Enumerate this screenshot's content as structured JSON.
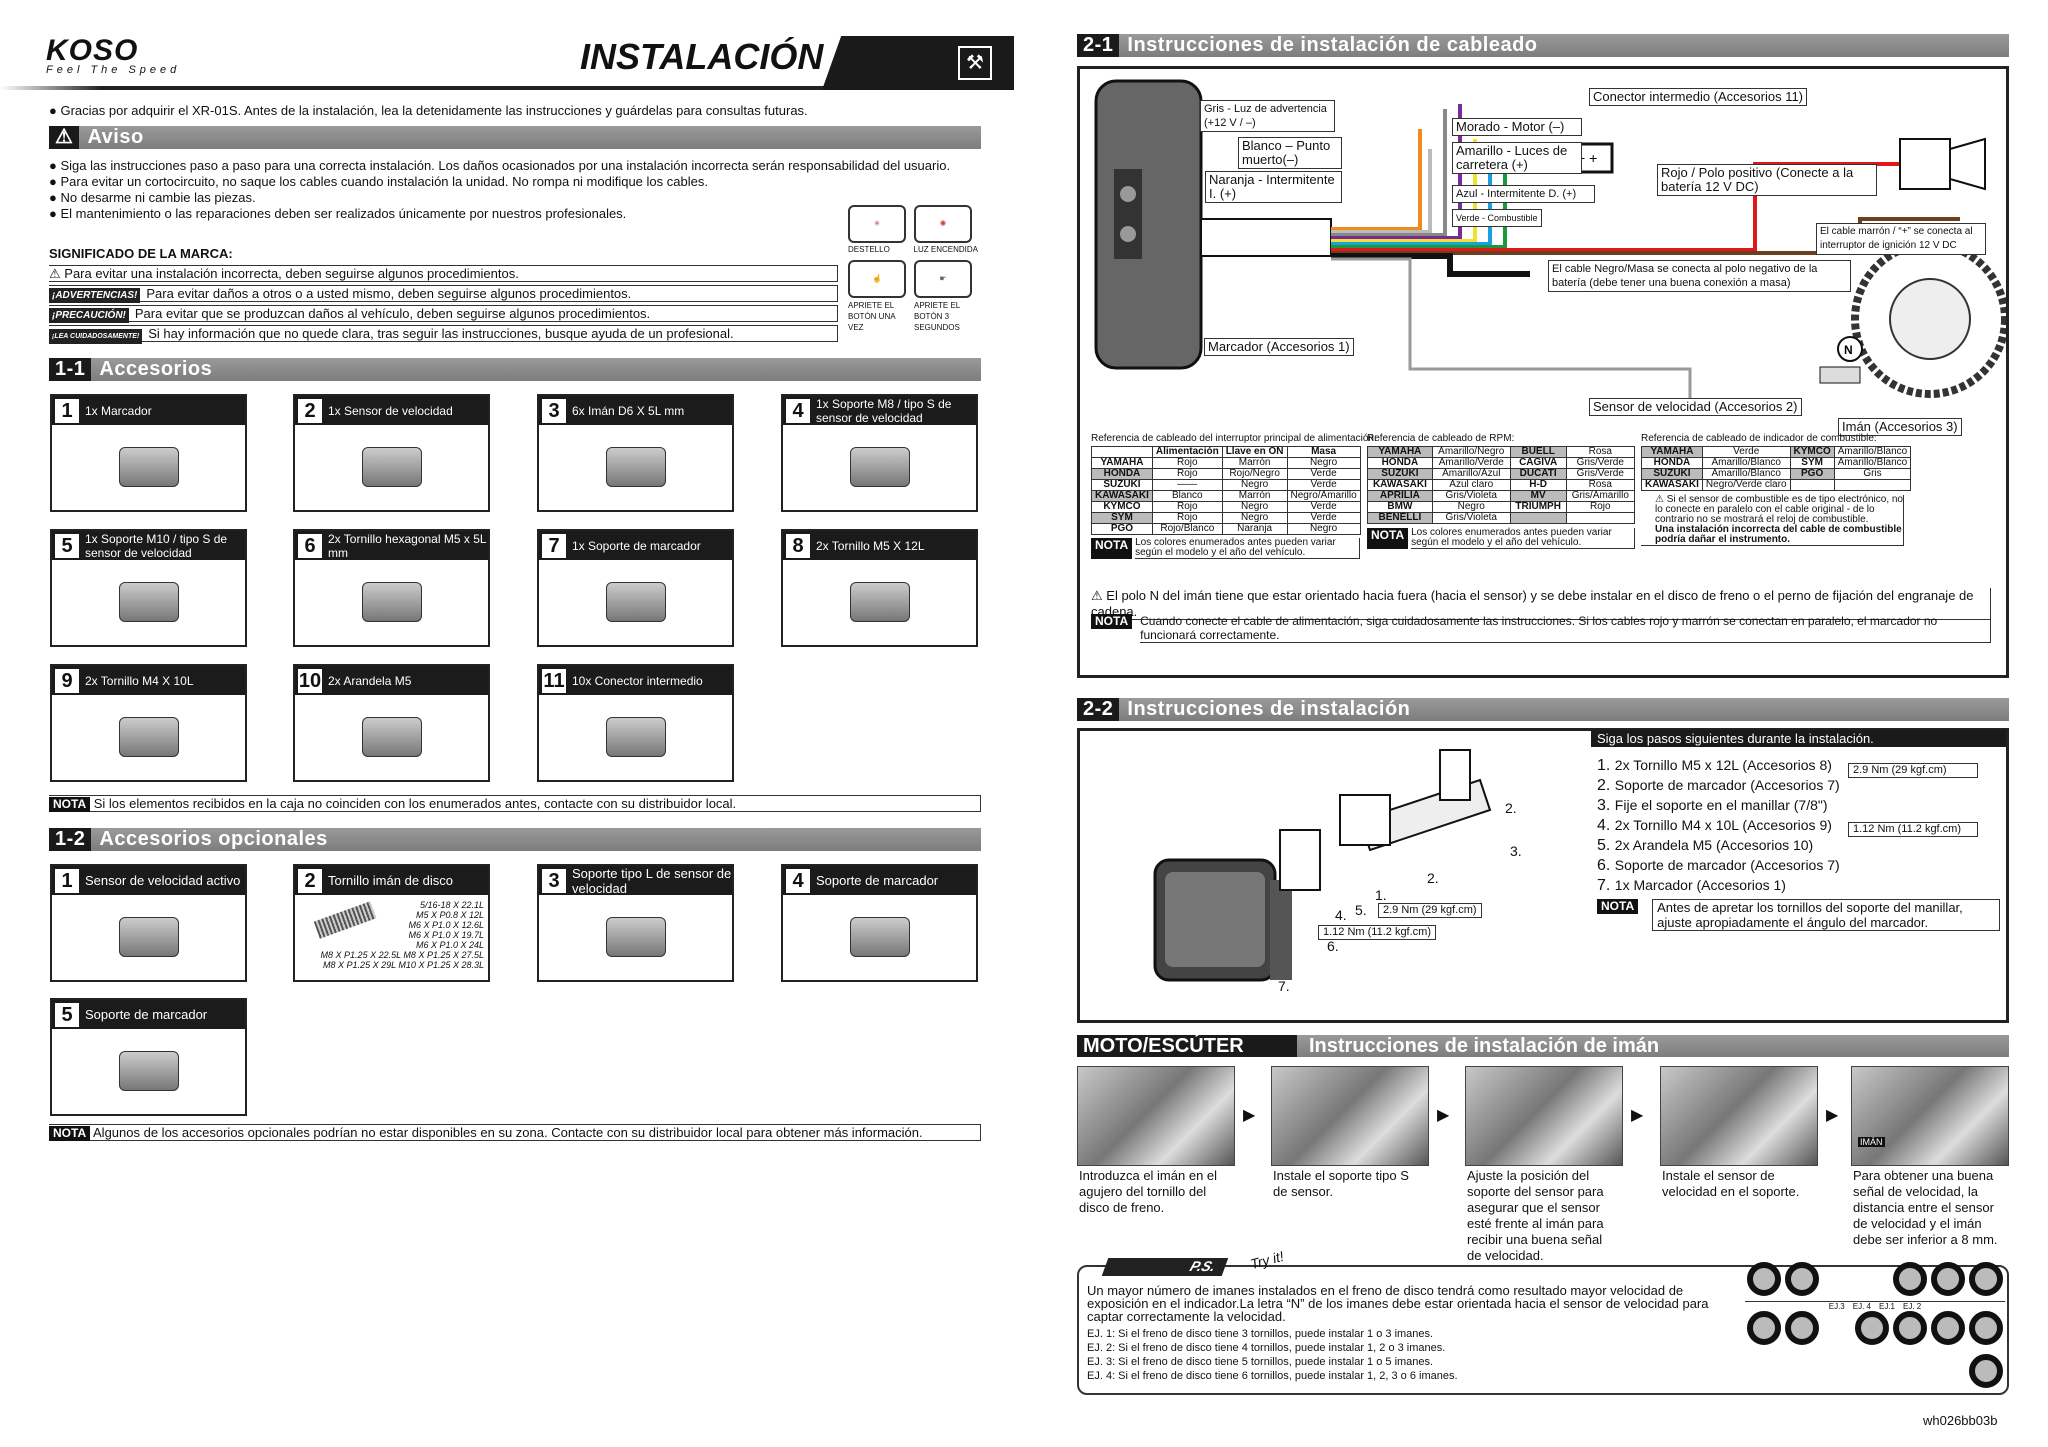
{
  "header": {
    "brand": "KOSO",
    "tagline": "Feel The Speed",
    "title": "INSTALACIÓN"
  },
  "intro": "Gracias por adquirir el XR-01S. Antes de la instalación, lea la detenidamente las instrucciones y guárdelas para consultas futuras.",
  "aviso": {
    "title": "Aviso",
    "bullets": [
      "Siga las instrucciones paso a paso para una correcta instalación. Los daños ocasionados por una instalación incorrecta serán responsabilidad del usuario.",
      "Para evitar un cortocircuito, no saque los cables cuando instalación la unidad. No rompa ni modifique los cables.",
      "No desarme ni cambie las piezas.",
      "El mantenimiento o las reparaciones deben ser realizados únicamente por nuestros profesionales."
    ]
  },
  "marks": {
    "title": "SIGNIFICADO DE LA MARCA:",
    "rows": [
      {
        "tag": "",
        "text": "Para evitar una instalación incorrecta, deben seguirse algunos procedimientos."
      },
      {
        "tag": "¡ADVERTENCIAS!",
        "text": "Para evitar daños a otros o a usted mismo, deben seguirse algunos procedimientos."
      },
      {
        "tag": "¡PRECAUCIÓN!",
        "text": "Para evitar que se produzcan daños al vehículo, deben seguirse algunos procedimientos."
      },
      {
        "tag": "¡LEA CUIDADOSAMENTE!",
        "text": "Si hay información que no quede clara, tras seguir las instrucciones, busque ayuda de un profesional."
      }
    ],
    "icons": [
      "DESTELLO",
      "LUZ ENCENDIDA",
      "APRIETE EL BOTÓN UNA VEZ",
      "APRIETE EL BOTÓN 3 SEGUNDOS"
    ]
  },
  "accesorios": {
    "num": "1-1",
    "title": "Accesorios",
    "items": [
      {
        "n": "1",
        "label": "1x Marcador"
      },
      {
        "n": "2",
        "label": "1x Sensor de velocidad"
      },
      {
        "n": "3",
        "label": "6x Imán D6 X 5L mm"
      },
      {
        "n": "4",
        "label": "1x Soporte M8 / tipo S de sensor de velocidad"
      },
      {
        "n": "5",
        "label": "1x Soporte M10 / tipo S de sensor de velocidad"
      },
      {
        "n": "6",
        "label": "2x Tornillo hexagonal M5 x 5L mm"
      },
      {
        "n": "7",
        "label": "1x Soporte de marcador"
      },
      {
        "n": "8",
        "label": "2x Tornillo M5 X 12L"
      },
      {
        "n": "9",
        "label": "2x Tornillo M4 X 10L"
      },
      {
        "n": "10",
        "label": "2x Arandela M5"
      },
      {
        "n": "11",
        "label": "10x Conector intermedio"
      }
    ],
    "nota": "Si los elementos recibidos en la caja no coinciden con los enumerados antes, contacte con su distribuidor local."
  },
  "opcionales": {
    "num": "1-2",
    "title": "Accesorios opcionales",
    "items": [
      {
        "n": "1",
        "label": "Sensor de velocidad activo"
      },
      {
        "n": "2",
        "label": "Tornillo imán de disco"
      },
      {
        "n": "3",
        "label": "Soporte tipo L de sensor de velocidad"
      },
      {
        "n": "4",
        "label": "Soporte de marcador"
      },
      {
        "n": "5",
        "label": "Soporte de marcador"
      }
    ],
    "screws": [
      "5/16-18 X 22.1L",
      "M5 X P0.8 X 12L",
      "M6 X P1.0 X 12.6L",
      "M6 X P1.0 X 19.7L",
      "M6 X P1.0 X 24L",
      "M8 X P1.25 X 22.5L  M8 X P1.25 X 27.5L",
      "M8 X P1.25 X 29L  M10 X P1.25 X 28.3L"
    ],
    "nota": "Algunos de los accesorios opcionales podrían no estar disponibles en su zona. Contacte con su distribuidor local para obtener más información."
  },
  "nota_label": "NOTA",
  "cableado": {
    "num": "2-1",
    "title": "Instrucciones de instalación de cableado",
    "labels": {
      "gris": "Gris - Luz de advertencia (+12 V / –)",
      "blanco": "Blanco – Punto muerto(–)",
      "naranja": "Naranja - Intermitente I. (+)",
      "morado": "Morado - Motor (–)",
      "amarillo": "Amarillo - Luces de carretera (+)",
      "azul": "Azul - Intermitente D. (+)",
      "verde": "Verde - Combustible",
      "conector": "Conector intermedio (Accesorios 11)",
      "rojo": "Rojo / Polo positivo (Conecte a la batería 12 V DC)",
      "marron": "El cable marrón / “+” se conecta al interruptor de ignición 12 V DC",
      "negro": "El cable Negro/Masa se conecta al polo negativo de la batería (debe tener una buena conexión a masa)",
      "marcador": "Marcador (Accesorios 1)",
      "sensor": "Sensor de velocidad (Accesorios 2)",
      "iman": "Imán (Accesorios 3)"
    },
    "table_power": {
      "title": "Referencia de cableado del interruptor principal de alimentación:",
      "headers": [
        "",
        "Alimentación",
        "Llave en ON",
        "Masa"
      ],
      "rows": [
        [
          "YAMAHA",
          "Rojo",
          "Marrón",
          "Negro"
        ],
        [
          "HONDA",
          "Rojo",
          "Rojo/Negro",
          "Verde"
        ],
        [
          "SUZUKI",
          "——",
          "Negro",
          "Verde"
        ],
        [
          "KAWASAKI",
          "Blanco",
          "Marrón",
          "Negro/Amarillo"
        ],
        [
          "KYMCO",
          "Rojo",
          "Negro",
          "Verde"
        ],
        [
          "SYM",
          "Rojo",
          "Negro",
          "Verde"
        ],
        [
          "PGO",
          "Rojo/Blanco",
          "Naranja",
          "Negro"
        ]
      ]
    },
    "table_rpm": {
      "title": "Referencia de cableado de RPM:",
      "rows": [
        [
          "YAMAHA",
          "Amarillo/Negro",
          "BUELL",
          "Rosa"
        ],
        [
          "HONDA",
          "Amarillo/Verde",
          "CAGIVA",
          "Gris/Verde"
        ],
        [
          "SUZUKI",
          "Amarillo/Azul",
          "DUCATI",
          "Gris/Verde"
        ],
        [
          "KAWASAKI",
          "Azul claro",
          "H-D",
          "Rosa"
        ],
        [
          "APRILIA",
          "Gris/Violeta",
          "MV",
          "Gris/Amarillo"
        ],
        [
          "BMW",
          "Negro",
          "TRIUMPH",
          "Rojo"
        ],
        [
          "BENELLI",
          "Gris/Violeta",
          "",
          ""
        ]
      ]
    },
    "table_fuel": {
      "title": "Referencia de cableado de indicador de combustible:",
      "rows": [
        [
          "YAMAHA",
          "Verde",
          "KYMCO",
          "Amarillo/Blanco"
        ],
        [
          "HONDA",
          "Amarillo/Blanco",
          "SYM",
          "Amarillo/Blanco"
        ],
        [
          "SUZUKI",
          "Amarillo/Blanco",
          "PGO",
          "Gris"
        ],
        [
          "KAWASAKI",
          "Negro/Verde claro",
          "",
          ""
        ]
      ]
    },
    "table_note": "Los colores enumerados antes pueden variar según el modelo y el año del vehículo.",
    "fuel_warning": "Si el sensor de combustible es de tipo electrónico, no lo conecte en paralelo con el cable original - de lo contrario no se mostrará el reloj de combustible.",
    "fuel_warning_bold": "Una instalación incorrecta del cable de combustible podría dañar el instrumento.",
    "magnet_warning": "El polo N del imán tiene que estar orientado hacia fuera (hacia el sensor) y se debe instalar en el disco de freno o el perno de fijación del engranaje de cadena.",
    "power_nota": "Cuando conecte el cable de alimentación, siga cuidadosamente las instrucciones. Si los cables rojo y marrón se conectan en paralelo, el marcador no funcionará correctamente."
  },
  "instalacion": {
    "num": "2-2",
    "title": "Instrucciones de instalación",
    "header": "Siga los pasos siguientes durante la instalación.",
    "steps": [
      "2x Tornillo M5 x 12L (Accesorios 8)",
      "Soporte de marcador (Accesorios 7)",
      "Fije el soporte en el manillar (7/8\")",
      "2x Tornillo M4 x 10L (Accesorios 9)",
      "2x Arandela M5 (Accesorios 10)",
      "Soporte de marcador (Accesorios 7)",
      "1x Marcador (Accesorios 1)"
    ],
    "torque1": "2.9 Nm (29 kgf.cm)",
    "torque2": "1.12 Nm (11.2 kgf.cm)",
    "nota": "Antes de apretar los tornillos del soporte del manillar, ajuste apropiadamente el ángulo del marcador.",
    "callouts": [
      "1.",
      "2.",
      "2.",
      "3.",
      "4.",
      "5.",
      "6.",
      "7."
    ]
  },
  "iman": {
    "tab": "MOTO/ESCÚTER",
    "title": "Instrucciones de instalación de imán",
    "captions": [
      "Introduzca el imán en el agujero del tornillo del disco de freno.",
      "Instale el soporte tipo S de sensor.",
      "Ajuste la posición del soporte del sensor para asegurar que el sensor esté frente al imán para recibir una buena señal de velocidad.",
      "Instale el sensor de velocidad en el soporte.",
      "Para obtener una buena señal de velocidad, la distancia entre el sensor de velocidad y el imán debe ser inferior a 8 mm."
    ],
    "photo_label": "IMÁN"
  },
  "ps": {
    "badge": "P.S.",
    "tryit": "Try it!",
    "text": "Un mayor número de imanes instalados en el freno de disco tendrá como resultado mayor velocidad de exposición en el indicador.La letra “N” de los imanes debe estar orientada hacia el sensor de velocidad para captar correctamente la velocidad.",
    "examples": [
      "EJ. 1: Si el freno de disco tiene 3 tornillos, puede instalar 1 o 3 imanes.",
      "EJ. 2: Si el freno de disco tiene 4 tornillos, puede instalar 1, 2 o 3 imanes.",
      "EJ. 3: Si el freno de disco tiene 5 tornillos, puede instalar 1 o 5 imanes.",
      "EJ. 4: Si el freno de disco tiene 6 tornillos, puede instalar 1, 2, 3 o 6 imanes."
    ],
    "ej_labels": [
      "EJ.1",
      "EJ. 2",
      "EJ.3",
      "EJ. 4"
    ]
  },
  "footer_code": "wh026bb03b"
}
